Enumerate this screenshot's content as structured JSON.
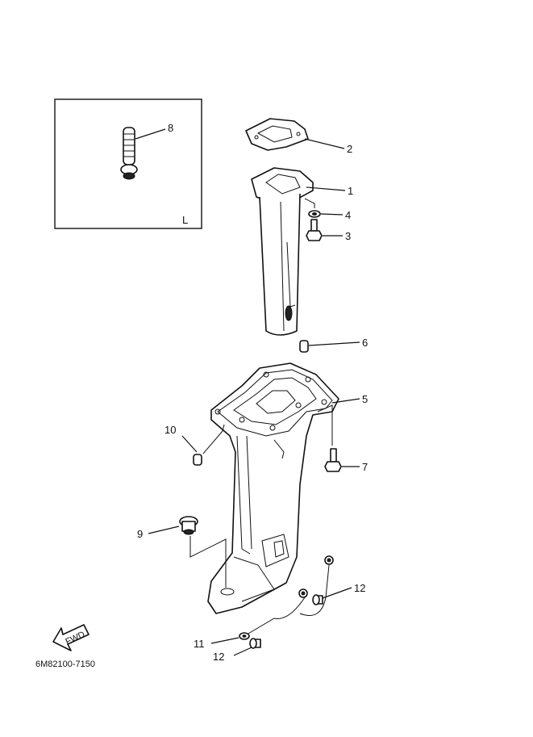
{
  "inset": {
    "letter": "L"
  },
  "callouts": {
    "p1": "1",
    "p2": "2",
    "p3": "3",
    "p4": "4",
    "p5": "5",
    "p6": "6",
    "p7": "7",
    "p8": "8",
    "p9": "9",
    "p10": "10",
    "p11": "11",
    "p12a": "12",
    "p12b": "12"
  },
  "forward_arrow": {
    "text": "FWD"
  },
  "diagram_code": "6M82100-7150"
}
